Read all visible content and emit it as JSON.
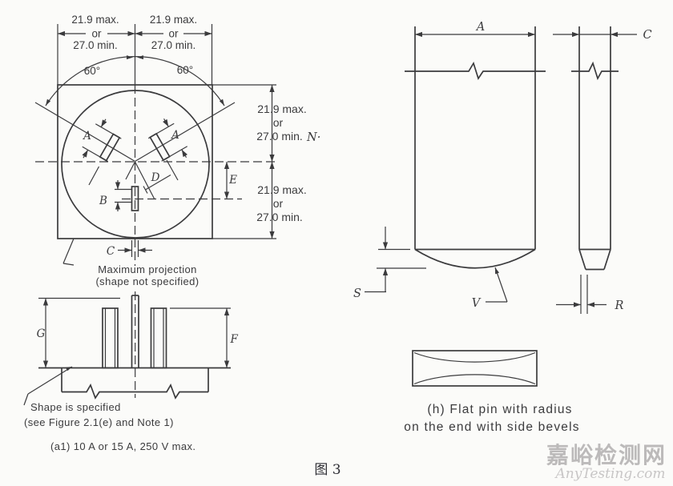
{
  "face_view": {
    "top_left_dim": {
      "l1": "21.9 max.",
      "l2": "or",
      "l3": "27.0 min."
    },
    "top_right_dim": {
      "l1": "21.9 max.",
      "l2": "or",
      "l3": "27.0 min."
    },
    "right_upper_dim": {
      "l1": "21.9 max.",
      "l2": "or",
      "l3": "27.0 min."
    },
    "right_lower_dim": {
      "l1": "21.9 max.",
      "l2": "or",
      "l3": "27.0 min."
    },
    "angle_left": "60°",
    "angle_right": "60°",
    "label_a_left": "A",
    "label_a_right": "A",
    "label_b": "B",
    "label_c": "C",
    "label_d": "D",
    "label_e": "E",
    "label_n": "N·",
    "projection_line1": "Maximum projection",
    "projection_line2": "(shape not specified)"
  },
  "side_view": {
    "label_g": "G",
    "label_f": "F",
    "shape_line1": "Shape is specified",
    "shape_line2": "(see Figure 2.1(e) and Note 1)",
    "rating": "(a1) 10 A or 15 A, 250 V max."
  },
  "pin_detail": {
    "label_a": "A",
    "label_c": "C",
    "label_s": "S",
    "label_v": "V",
    "label_r": "R",
    "caption_line1": "(h) Flat pin with radius",
    "caption_line2": "on the end with side bevels"
  },
  "footer": {
    "figure_label": "图 3"
  },
  "watermark": {
    "site_cn": "嘉峪检测网",
    "site_en": "AnyTesting.com"
  },
  "colors": {
    "line": "#3b3b3d",
    "figure_label": "#2e2e35",
    "watermark_cn": "#bcbaba",
    "watermark_en": "#c8c6c6",
    "background": "#fbfbf9"
  }
}
